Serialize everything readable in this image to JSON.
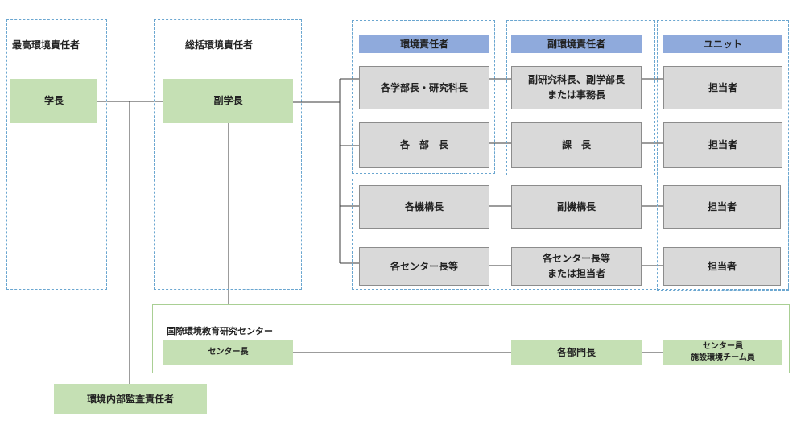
{
  "sections": {
    "top_officer": "最高環境責任者",
    "general_officer": "総括環境責任者",
    "center_name": "国際環境教育研究センター"
  },
  "headers": {
    "env_officer": "環境責任者",
    "vice_env_officer": "副環境責任者",
    "unit": "ユニット"
  },
  "nodes": {
    "president": "学長",
    "vice_president": "副学長",
    "deans": "各学部長・研究科長",
    "vice_deans": "副研究科長、副学部長\nまたは事務長",
    "department_heads": "各　部　長",
    "section_chiefs": "課　長",
    "org_heads": "各機構長",
    "vice_org_heads": "副機構長",
    "center_heads": "各センター長等",
    "center_heads_vice": "各センター長等\nまたは担当者",
    "staff": "担当者",
    "center_director": "センター長",
    "division_heads": "各部門長",
    "center_staff": "センター員\n施設環境チーム員",
    "internal_auditor": "環境内部監査責任者"
  }
}
